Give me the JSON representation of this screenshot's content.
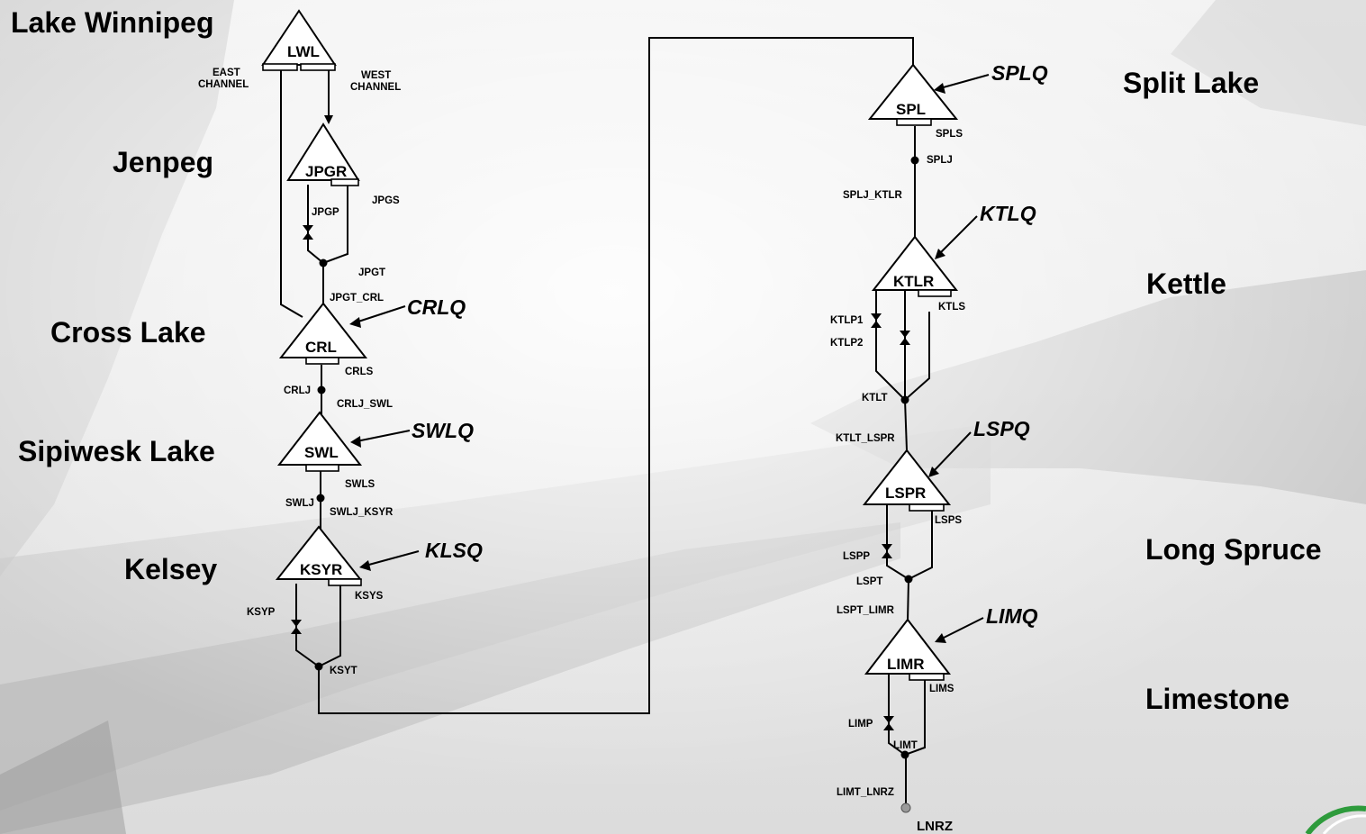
{
  "accent": {
    "logo_green": "#2e9b3c"
  },
  "regions": {
    "lake_winnipeg": "Lake Winnipeg",
    "jenpeg": "Jenpeg",
    "cross_lake": "Cross Lake",
    "sipiwesk_lake": "Sipiwesk Lake",
    "kelsey": "Kelsey",
    "split_lake": "Split Lake",
    "kettle": "Kettle",
    "long_spruce": "Long Spruce",
    "limestone": "Limestone"
  },
  "nodes": {
    "lwl": "LWL",
    "jpgr": "JPGR",
    "crl": "CRL",
    "swl": "SWL",
    "ksyr": "KSYR",
    "spl": "SPL",
    "ktlr": "KTLR",
    "lspr": "LSPR",
    "limr": "LIMR",
    "lnrz": "LNRZ"
  },
  "inflows": {
    "crlq": "CRLQ",
    "swlq": "SWLQ",
    "klsq": "KLSQ",
    "splq": "SPLQ",
    "ktlq": "KTLQ",
    "lspq": "LSPQ",
    "limq": "LIMQ"
  },
  "labels": {
    "east": "EAST",
    "east_channel": "CHANNEL",
    "west": "WEST",
    "west_channel": "CHANNEL",
    "jpgs": "JPGS",
    "jpgp": "JPGP",
    "jpgt": "JPGT",
    "jpgt_crl": "JPGT_CRL",
    "crls": "CRLS",
    "crlj": "CRLJ",
    "crlj_swl": "CRLJ_SWL",
    "swls": "SWLS",
    "swlj": "SWLJ",
    "swlj_ksyr": "SWLJ_KSYR",
    "ksys": "KSYS",
    "ksyp": "KSYP",
    "ksyt": "KSYT",
    "spls": "SPLS",
    "splj": "SPLJ",
    "splj_ktlr": "SPLJ_KTLR",
    "ktls": "KTLS",
    "ktlp1": "KTLP1",
    "ktlp2": "KTLP2",
    "ktlt": "KTLT",
    "ktlt_lspr": "KTLT_LSPR",
    "lsps": "LSPS",
    "lspp": "LSPP",
    "lspt": "LSPT",
    "lspt_limr": "LSPT_LIMR",
    "lims": "LIMS",
    "limp": "LIMP",
    "limt": "LIMT",
    "limt_lnrz": "LIMT_LNRZ"
  }
}
